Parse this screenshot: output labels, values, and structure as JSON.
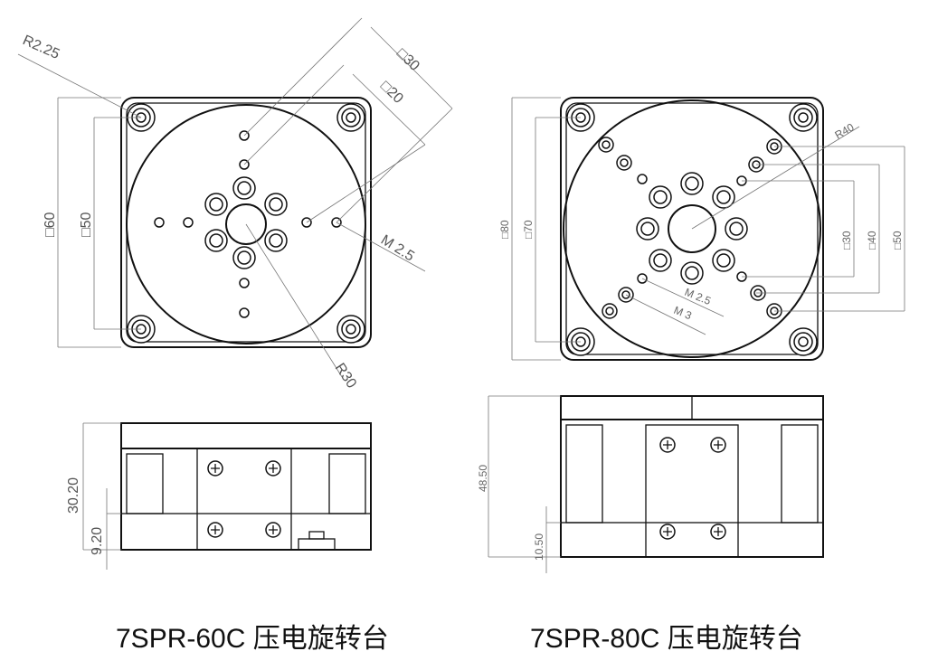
{
  "left_model": {
    "caption": "7SPR-60C 压电旋转台",
    "dims": {
      "r_corner": "R2.25",
      "sq30": "□30",
      "sq20": "□20",
      "sq60": "□60",
      "sq50": "□50",
      "thread": "M 2.5",
      "r30": "R30",
      "height": "30.20",
      "base_h": "9.20"
    }
  },
  "right_model": {
    "caption": "7SPR-80C 压电旋转台",
    "dims": {
      "sq80": "□80",
      "sq70": "□70",
      "r40": "R40",
      "sq30": "□30",
      "sq40": "□40",
      "sq50": "□50",
      "thread1": "M 2.5",
      "thread2": "M 3",
      "height": "48.50",
      "base_h": "10.50"
    }
  }
}
